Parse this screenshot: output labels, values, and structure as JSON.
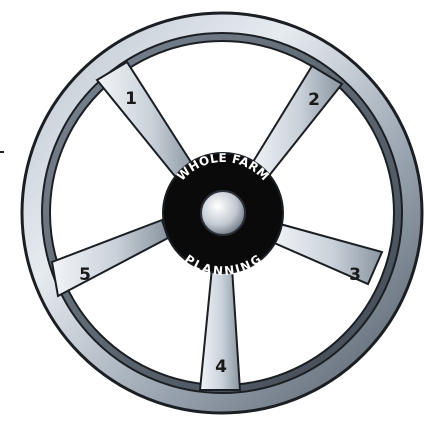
{
  "hub": {
    "top_text": "WHOLE FARM",
    "bottom_text": "PLANNING"
  },
  "spokes": [
    {
      "label": "1"
    },
    {
      "label": "2"
    },
    {
      "label": "3"
    },
    {
      "label": "4"
    },
    {
      "label": "5"
    }
  ],
  "colors": {
    "rim_dark": "#5a6470",
    "rim_light": "#dfe5ec",
    "spoke_light": "#e3e9ef",
    "spoke_dark": "#8e98a4",
    "hub": "#0a0a0a",
    "hub_cap": "#c7ced6",
    "outline": "#1b1f24"
  }
}
